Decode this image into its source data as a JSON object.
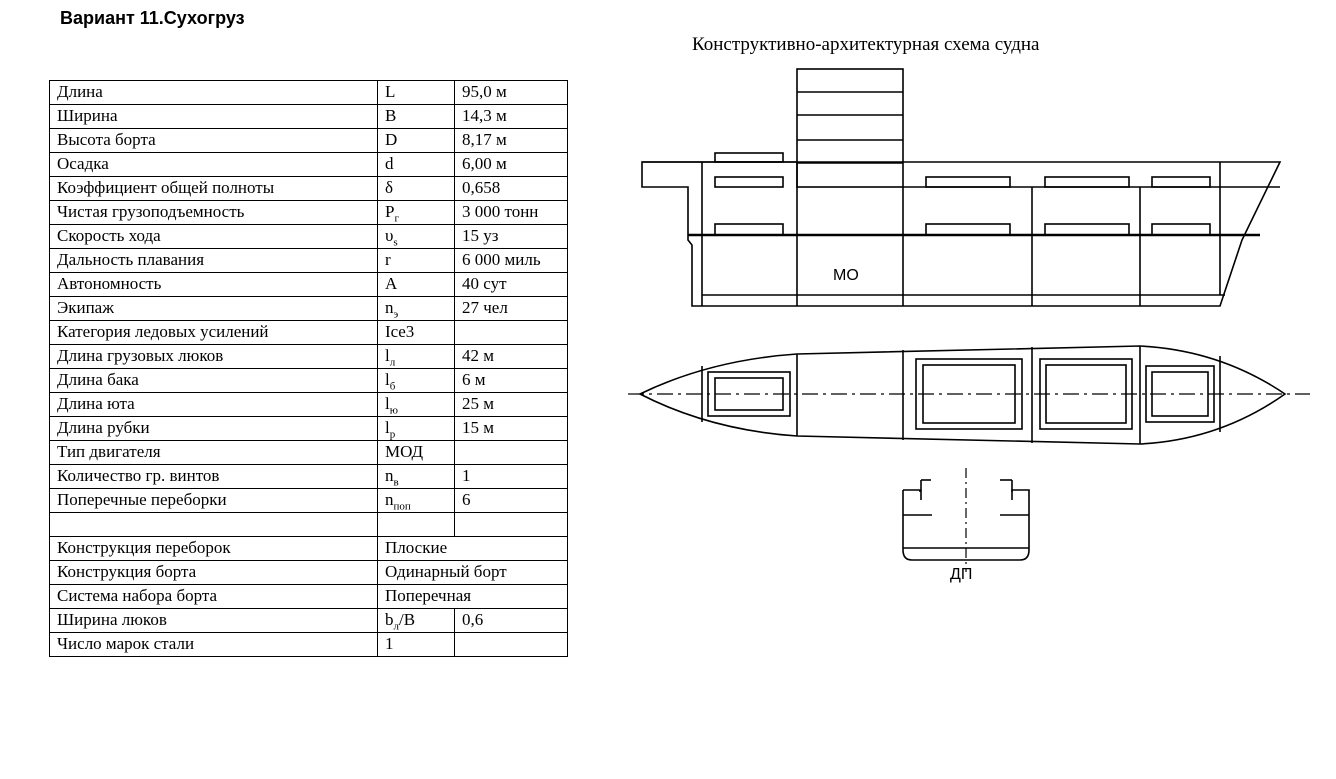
{
  "variant_title": "Вариант 11.Сухогруз",
  "scheme_title": "Конструктивно-архитектурная схема судна",
  "table": {
    "rows": [
      {
        "name": "Длина",
        "symbol": "L",
        "value": "95,0 м"
      },
      {
        "name": "Ширина",
        "symbol": "B",
        "value": "14,3 м"
      },
      {
        "name": "Высота борта",
        "symbol": "D",
        "value": "8,17 м"
      },
      {
        "name": "Осадка",
        "symbol": "d",
        "value": "6,00 м"
      },
      {
        "name": "Коэффициент общей полноты",
        "symbol": "δ",
        "value": "0,658"
      },
      {
        "name": "Чистая грузоподъемность",
        "symbol": "P",
        "symbol_sub": "г",
        "value": "3 000 тонн"
      },
      {
        "name": "Скорость хода",
        "symbol": "υ",
        "symbol_sub": "s",
        "value": "15 уз"
      },
      {
        "name": "Дальность плавания",
        "symbol": "r",
        "value": "6 000 миль"
      },
      {
        "name": "Автономность",
        "symbol": "A",
        "value": "40 сут"
      },
      {
        "name": "Экипаж",
        "symbol": "n",
        "symbol_sub": "э",
        "value": "27 чел"
      },
      {
        "name": "Категория ледовых усилений",
        "symbol": "Ice3",
        "value": ""
      },
      {
        "name": "Длина грузовых люков",
        "symbol": "l",
        "symbol_sub": "л",
        "value": "42 м"
      },
      {
        "name": "Длина бака",
        "symbol": "l",
        "symbol_sub": "б",
        "value": "6 м"
      },
      {
        "name": "Длина юта",
        "symbol": "l",
        "symbol_sub": "ю",
        "value": "25 м"
      },
      {
        "name": "Длина рубки",
        "symbol": "l",
        "symbol_sub": "р",
        "value": "15 м"
      },
      {
        "name": "Тип двигателя",
        "symbol": "МОД",
        "value": ""
      },
      {
        "name": "Количество гр. винтов",
        "symbol": "n",
        "symbol_sub": "в",
        "value": "1"
      },
      {
        "name": "Поперечные переборки",
        "symbol": "n",
        "symbol_sub": "поп",
        "value": "6"
      },
      {
        "name": "",
        "symbol": "",
        "value": ""
      }
    ],
    "merged_rows": [
      {
        "name": "Конструкция переборок",
        "value": "Плоские"
      },
      {
        "name": "Конструкция борта",
        "value": "Одинарный борт"
      },
      {
        "name": "Система набора борта",
        "value": "Поперечная"
      }
    ],
    "tail_rows": [
      {
        "name": "Ширина люков",
        "symbol": "b",
        "symbol_sub": "л",
        "symbol_suffix": "/B",
        "value": "0,6"
      },
      {
        "name": "Число марок стали",
        "symbol": "1",
        "value": ""
      }
    ]
  },
  "diagram": {
    "engine_room_label": "МО",
    "centerplane_label": "ДП"
  }
}
